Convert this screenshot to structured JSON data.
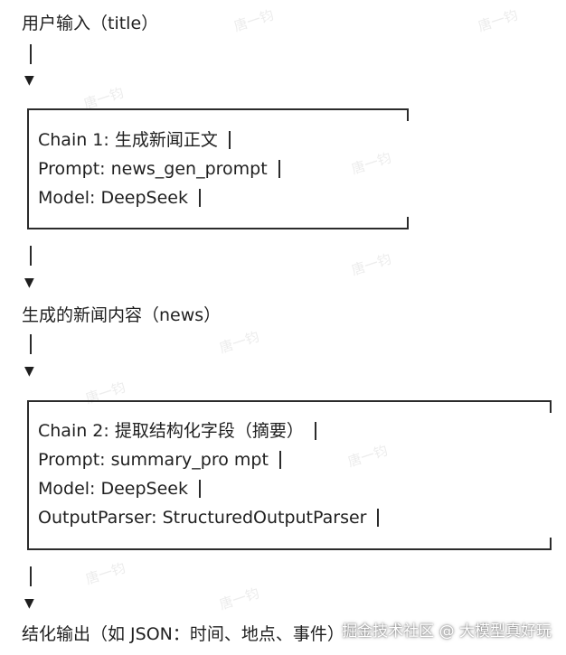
{
  "flow": {
    "input": "用户输入（title）",
    "chain1": {
      "line1": "Chain 1: 生成新闻正文",
      "line2": "Prompt: news_gen_prompt",
      "line3": "Model: DeepSeek"
    },
    "middle": "生成的新闻内容（news）",
    "chain2": {
      "line1": "Chain 2: 提取结构化字段（摘要）",
      "line2": "Prompt: summary_pro mpt",
      "line3": "Model: DeepSeek",
      "line4": "OutputParser: StructuredOutputParser"
    },
    "output": "结化输出（如 JSON：时间、地点、事件）"
  },
  "watermark": {
    "text": "唐一钧",
    "footer": "掘金技术社区 @ 大模型真好玩"
  },
  "icons": {
    "arrow": "▼"
  }
}
